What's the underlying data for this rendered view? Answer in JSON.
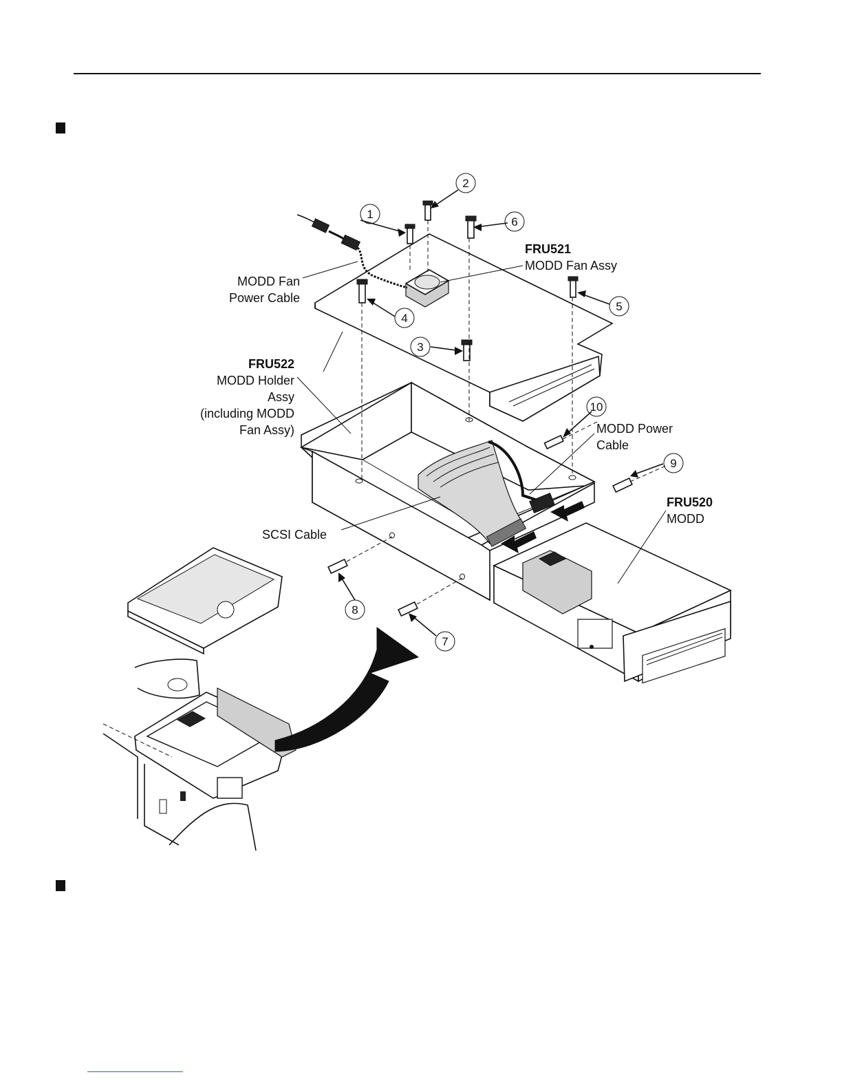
{
  "labels": {
    "fan_cable_l1": "MODD Fan",
    "fan_cable_l2": "Power Cable",
    "fru521_code": "FRU521",
    "fru521_name": "MODD Fan Assy",
    "fru522_code": "FRU522",
    "fru522_l1": "MODD Holder",
    "fru522_l2": "Assy",
    "fru522_l3": "(including MODD",
    "fru522_l4": "Fan Assy)",
    "power_cable_l1": "MODD Power",
    "power_cable_l2": "Cable",
    "fru520_code": "FRU520",
    "fru520_name": "MODD",
    "scsi_cable": "SCSI Cable"
  },
  "callouts": [
    "1",
    "2",
    "3",
    "4",
    "5",
    "6",
    "7",
    "8",
    "9",
    "10"
  ]
}
